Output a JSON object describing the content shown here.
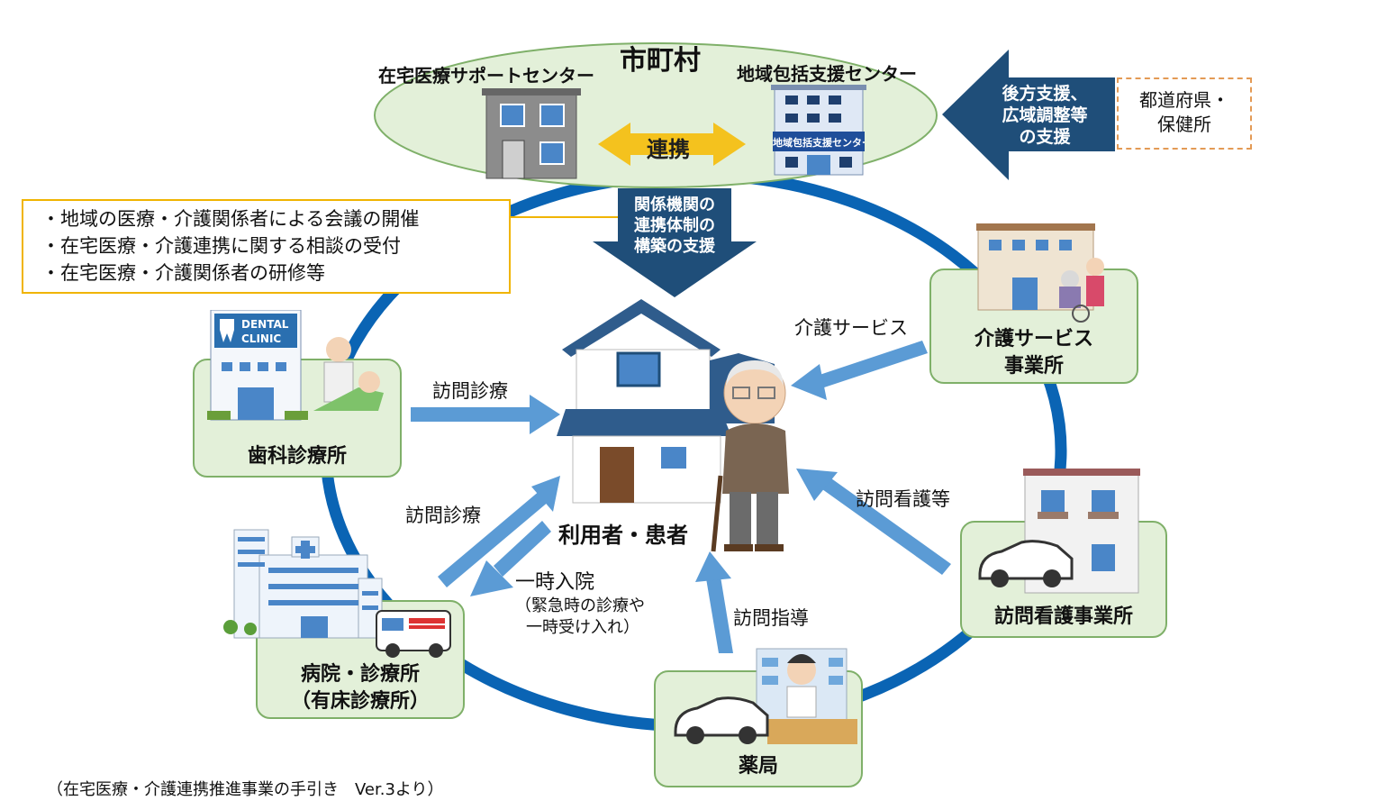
{
  "municipality": {
    "title": "市町村",
    "home_support_center": "在宅医療サポートセンター",
    "regional_support_center": "地域包括支援センター",
    "building_sign": "地域包括支援センター",
    "cooperation": "連携"
  },
  "prefecture": {
    "label_lines": [
      "都道府県・",
      "保健所"
    ],
    "support_arrow_lines": [
      "後方支援、",
      "広域調整等",
      "の支援"
    ]
  },
  "center_arrow_lines": [
    "関係機関の",
    "連携体制の",
    "構築の支援"
  ],
  "bullets": [
    "・地域の医療・介護関係者による会議の開催",
    "・在宅医療・介護連携に関する相談の受付",
    "・在宅医療・介護関係者の研修等"
  ],
  "center_label": "利用者・患者",
  "nodes": {
    "dental": "歯科診療所",
    "dental_sign_lines": [
      "DENTAL",
      "CLINIC"
    ],
    "care_lines": [
      "介護サービス",
      "事業所"
    ],
    "nursing": "訪問看護事業所",
    "pharmacy": "薬局",
    "hospital_lines": [
      "病院・診療所",
      "（有床診療所）"
    ]
  },
  "arrow_labels": {
    "care_service": "介護サービス",
    "dental_visit": "訪問診療",
    "nursing_visit": "訪問看護等",
    "hospital_visit": "訪問診療",
    "admission": "一時入院",
    "admission_note_lines": [
      "（緊急時の診療や",
      "一時受け入れ）"
    ],
    "pharmacy_visit": "訪問指導"
  },
  "source": "（在宅医療・介護連携推進事業の手引き　Ver.3より）",
  "colors": {
    "circle": "#0a64b4",
    "arrow": "#5b9bd5",
    "dark_arrow": "#1f4e79",
    "box_fill": "#e3f0d9",
    "box_border": "#7fb069",
    "bullet_border": "#f0b400",
    "cooperation_arrow": "#f4c21e"
  }
}
